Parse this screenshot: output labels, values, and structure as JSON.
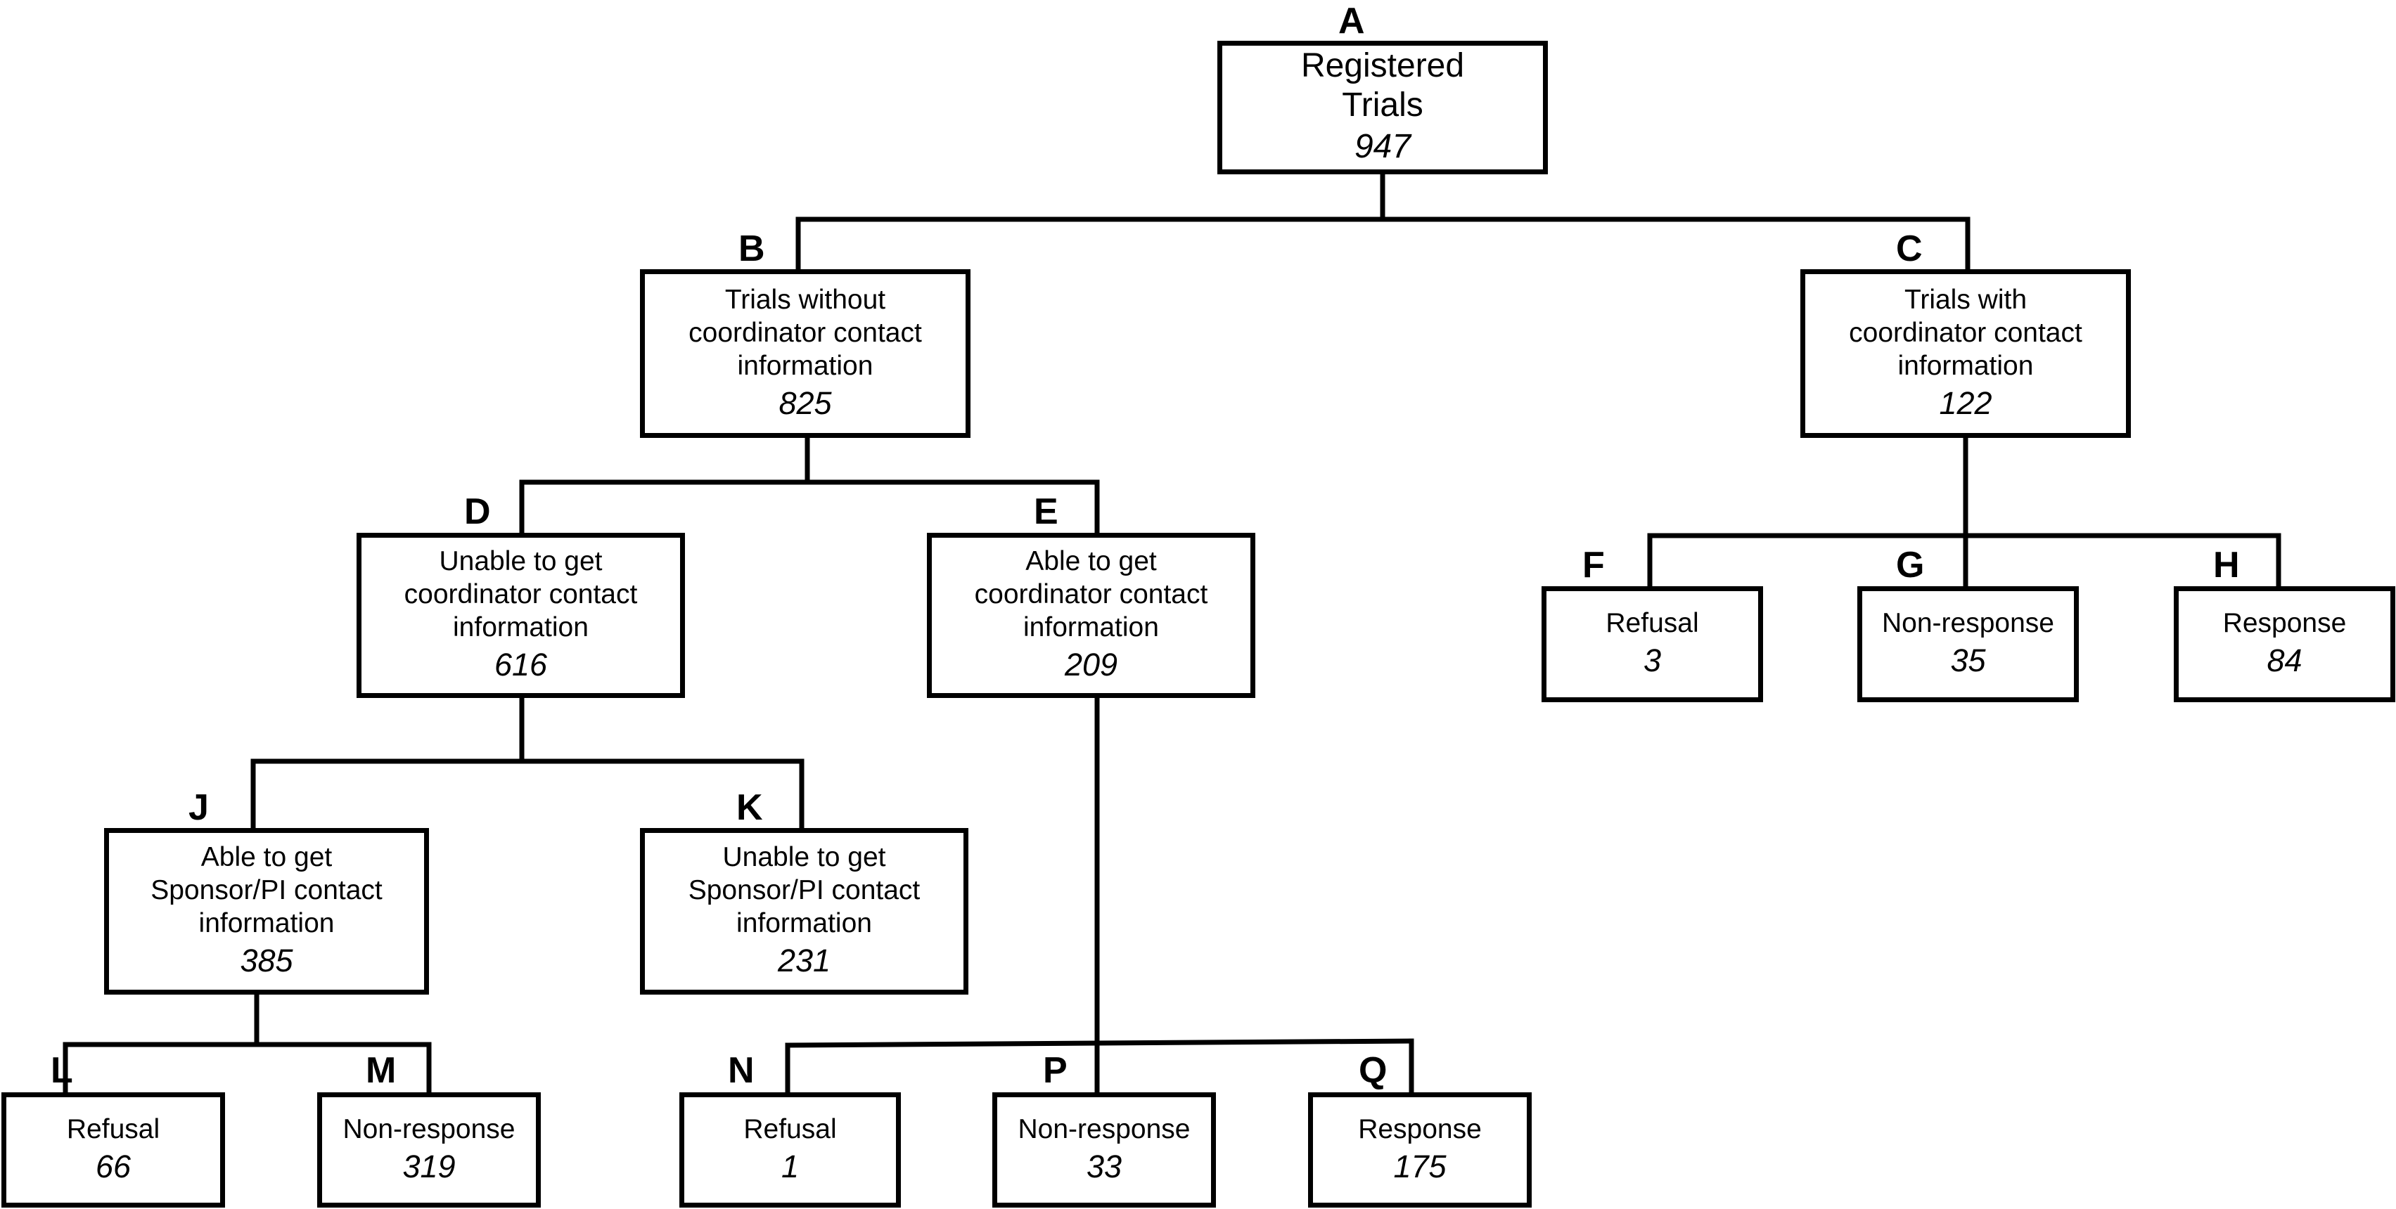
{
  "nodes": {
    "A": {
      "letter": "A",
      "label": "Registered\nTrials",
      "value": "947"
    },
    "B": {
      "letter": "B",
      "label": "Trials without\ncoordinator contact\ninformation",
      "value": "825"
    },
    "C": {
      "letter": "C",
      "label": "Trials with\ncoordinator contact\ninformation",
      "value": "122"
    },
    "D": {
      "letter": "D",
      "label": "Unable to get\ncoordinator contact\ninformation",
      "value": "616"
    },
    "E": {
      "letter": "E",
      "label": "Able to get\ncoordinator contact\ninformation",
      "value": "209"
    },
    "F": {
      "letter": "F",
      "label": "Refusal",
      "value": "3"
    },
    "G": {
      "letter": "G",
      "label": "Non-response",
      "value": "35"
    },
    "H": {
      "letter": "H",
      "label": "Response",
      "value": "84"
    },
    "J": {
      "letter": "J",
      "label": "Able to get\nSponsor/PI contact\ninformation",
      "value": "385"
    },
    "K": {
      "letter": "K",
      "label": "Unable to get\nSponsor/PI contact\ninformation",
      "value": "231"
    },
    "L": {
      "letter": "L",
      "label": "Refusal",
      "value": "66"
    },
    "M": {
      "letter": "M",
      "label": "Non-response",
      "value": "319"
    },
    "N": {
      "letter": "N",
      "label": "Refusal",
      "value": "1"
    },
    "P": {
      "letter": "P",
      "label": "Non-response",
      "value": "33"
    },
    "Q": {
      "letter": "Q",
      "label": "Response",
      "value": "175"
    }
  }
}
